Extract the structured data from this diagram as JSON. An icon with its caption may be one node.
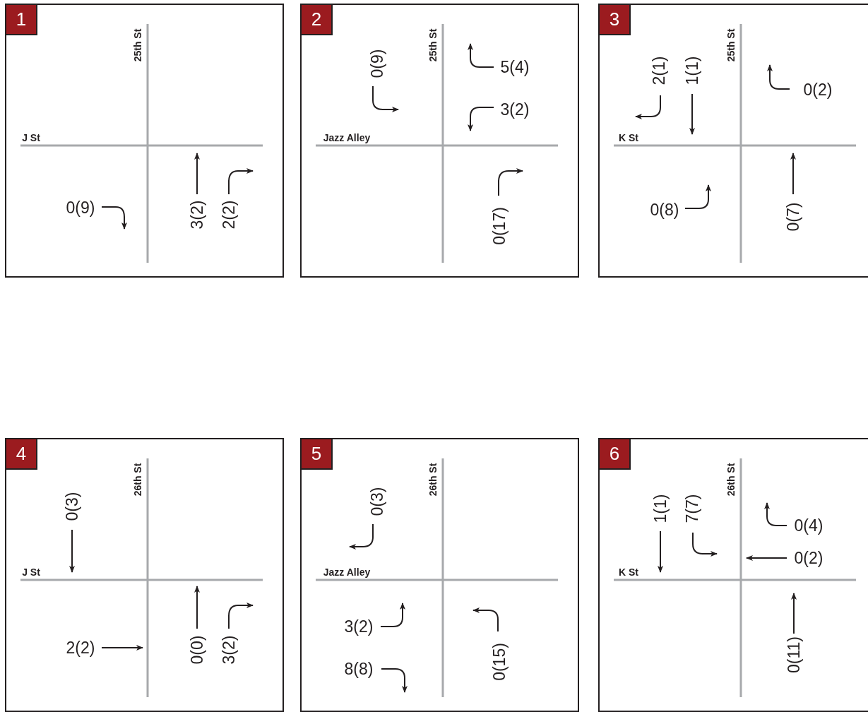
{
  "diagram": {
    "nodes": [
      {
        "text": [
          "1"
        ]
      },
      {
        "text": [
          "2"
        ]
      },
      {
        "text": [
          "3"
        ]
      },
      {
        "text": [
          "4"
        ]
      },
      {
        "text": [
          "5"
        ]
      },
      {
        "text": [
          "6"
        ]
      }
    ],
    "labels": [
      "25th St",
      "J St",
      "0(9)",
      "3(2)",
      "2(2)",
      "0(9)",
      "25th St",
      "5(4)",
      "3(2)",
      "Jazz Alley",
      "0(17)",
      "2(1)",
      "1(1)",
      "25th St",
      "0(2)",
      "K St",
      "0(8)",
      "0(7)",
      "0(3)",
      "26th St",
      "J St",
      "2(2)",
      "0(0)",
      "3(2)",
      "0(3)",
      "26th St",
      "Jazz Alley",
      "3(2)",
      "0(15)",
      "8(8)",
      "1(1)",
      "7(7)",
      "26th St",
      "0(4)",
      "0(2)",
      "K St",
      "0(11)"
    ]
  }
}
